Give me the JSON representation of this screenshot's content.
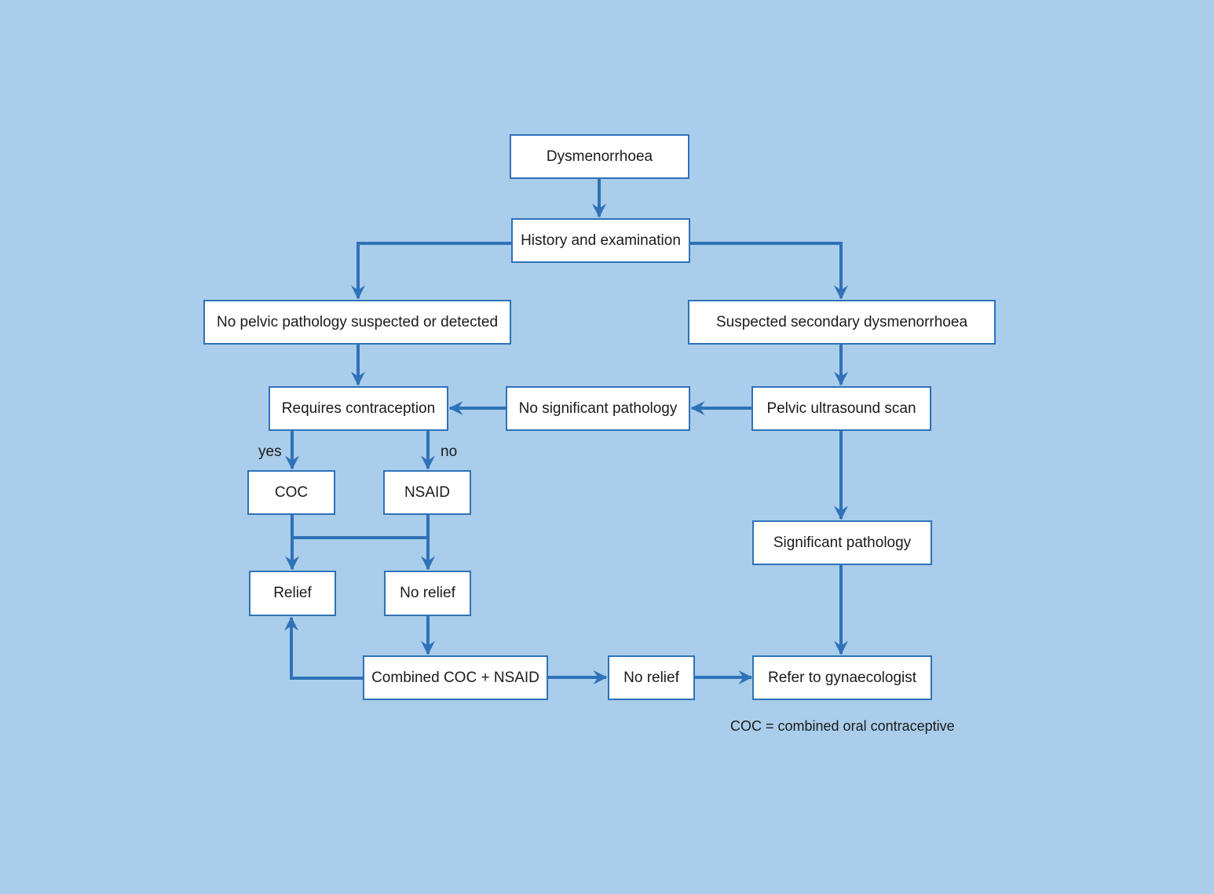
{
  "colors": {
    "background": "#a9cdea",
    "box_fill": "#ffffff",
    "line": "#2f72b8"
  },
  "nodes": {
    "dysmenorrhoea": "Dysmenorrhoea",
    "history": "History and examination",
    "no_pelvic": "No pelvic pathology suspected or detected",
    "suspected_secondary": "Suspected secondary dysmenorrhoea",
    "requires_contraception": "Requires contraception",
    "no_significant": "No significant pathology",
    "pelvic_ultrasound": "Pelvic ultrasound scan",
    "coc": "COC",
    "nsaid": "NSAID",
    "significant": "Significant pathology",
    "relief": "Relief",
    "no_relief_1": "No relief",
    "combined": "Combined COC + NSAID",
    "no_relief_2": "No relief",
    "refer": "Refer to gynaecologist"
  },
  "edge_labels": {
    "yes": "yes",
    "no": "no"
  },
  "footnote": "COC = combined oral contraceptive"
}
